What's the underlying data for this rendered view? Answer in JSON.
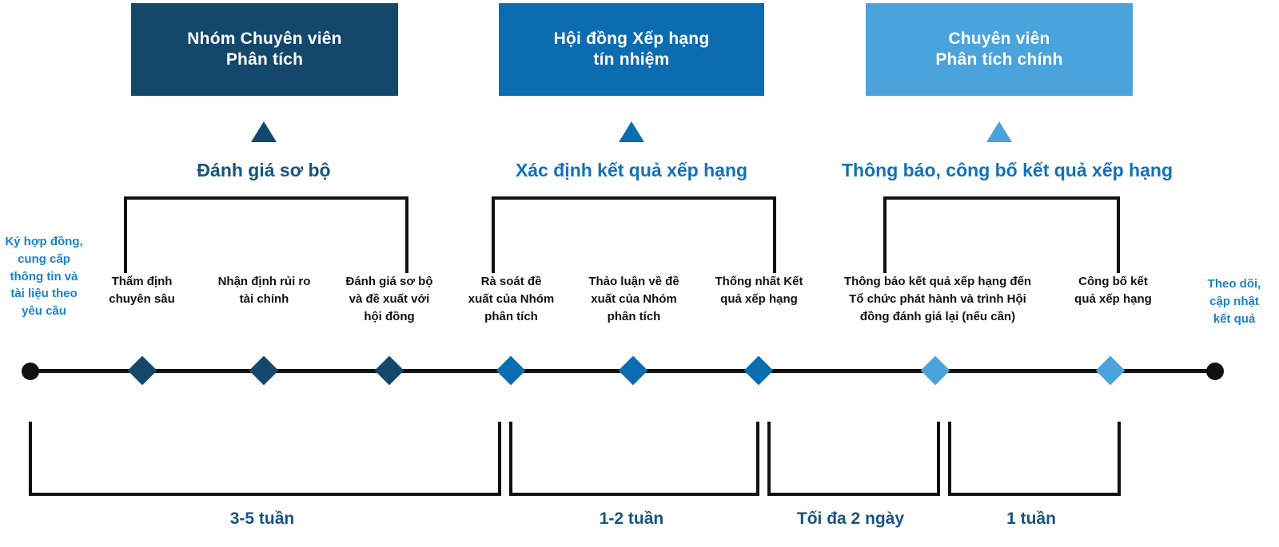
{
  "colors": {
    "dark_blue": "#13476b",
    "mid_blue": "#0b6cb0",
    "light_blue": "#4ba3dc",
    "phase_title_1": "#16557e",
    "phase_title_2": "#1271b8",
    "phase_title_3": "#1271b8",
    "duration_text": "#16557e",
    "side_label_text": "#1a82c8",
    "line": "#111111"
  },
  "roles": [
    {
      "name": "nhom-chuyen-vien-phan-tich",
      "label": "Nhóm Chuyên viên\nPhân tích",
      "color": "#13476b"
    },
    {
      "name": "hoi-dong-xep-hang-tin-nhiem",
      "label": "Hội đồng Xếp hạng\ntín nhiệm",
      "color": "#0b6cb0"
    },
    {
      "name": "chuyen-vien-phan-tich-chinh",
      "label": "Chuyên viên\nPhân tích chính",
      "color": "#4ba3dc"
    }
  ],
  "phases": [
    {
      "name": "danh-gia-so-bo",
      "label": "Đánh giá sơ bộ",
      "color": "#16557e"
    },
    {
      "name": "xac-dinh-ket-qua-xep-hang",
      "label": "Xác định kết quả xếp hạng",
      "color": "#1271b8"
    },
    {
      "name": "thong-bao-cong-bo-ket-qua-xep-hang",
      "label": "Thông báo, công bố kết quả xếp hạng",
      "color": "#1271b8"
    }
  ],
  "side_labels": {
    "start": "Ký hợp đồng,\ncung cấp\nthông tin và\ntài liệu theo\nyêu cầu",
    "end": "Theo dõi,\ncập nhật\nkết quả"
  },
  "steps": [
    {
      "name": "tham-dinh-chuyen-sau",
      "label": "Thẩm định\nchuyên sâu",
      "color": "#13476b"
    },
    {
      "name": "nhan-dinh-rui-ro-tai-chinh",
      "label": "Nhận định rủi ro\ntài chính",
      "color": "#13476b"
    },
    {
      "name": "danh-gia-so-bo-va-de-xuat-voi-hoi-dong",
      "label": "Đánh giá sơ bộ\nvà đề xuất với\nhội đồng",
      "color": "#13476b"
    },
    {
      "name": "ra-soat-de-xuat-cua-nhom-phan-tich",
      "label": "Rà soát đề\nxuất của Nhóm\nphân tích",
      "color": "#0b6cb0"
    },
    {
      "name": "thao-luan-ve-de-xuat-cua-nhom-phan-tich",
      "label": "Thảo luận về đề\nxuất của Nhóm\nphân tích",
      "color": "#0b6cb0"
    },
    {
      "name": "thong-nhat-ket-qua-xep-hang",
      "label": "Thống nhất Kết\nquả xếp hạng",
      "color": "#0b6cb0"
    },
    {
      "name": "thong-bao-ket-qua-xep-hang-den-to-chuc-phat-hanh",
      "label": "Thông báo kết quả xếp hạng đến\nTổ chức phát hành và trình Hội\nđồng đánh giá lại (nếu cần)",
      "color": "#4ba3dc"
    },
    {
      "name": "cong-bo-ket-qua-xep-hang",
      "label": "Công bố kết\nquả xếp hạng",
      "color": "#4ba3dc"
    }
  ],
  "durations": [
    {
      "name": "duration-3-5-tuan",
      "label": "3-5 tuần"
    },
    {
      "name": "duration-1-2-tuan",
      "label": "1-2 tuần"
    },
    {
      "name": "duration-toi-da-2-ngay",
      "label": "Tối đa 2 ngày"
    },
    {
      "name": "duration-1-tuan",
      "label": "1 tuần"
    }
  ]
}
